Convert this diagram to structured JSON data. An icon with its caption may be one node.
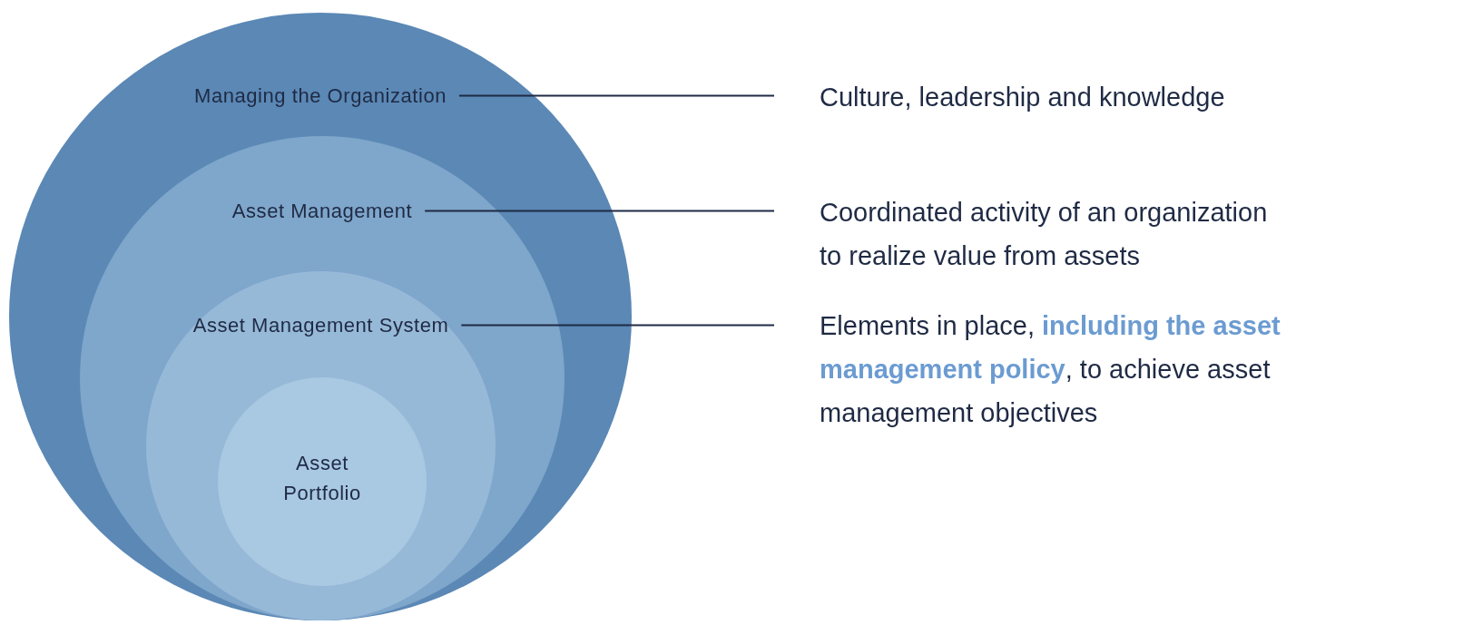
{
  "diagram": {
    "nodes": [
      {
        "text": [
          "Managing the Organization"
        ]
      },
      {
        "text": [
          "Asset Management"
        ],
        "in": 0
      },
      {
        "text": [
          "Asset Management System"
        ],
        "in": 1
      },
      {
        "text": [
          "Asset Portfolio"
        ],
        "in": 2
      },
      {
        "text": [
          "Culture, leadership and knowledge"
        ]
      },
      {
        "text": [
          "Coordinated activity of an organization to realize value from assets"
        ]
      },
      {
        "text": [
          "Elements in place, **including the asset management policy**, to achieve asset management objectives"
        ]
      }
    ],
    "edges": [
      {
        "from": 0,
        "to": 4,
        "arrow": "none"
      },
      {
        "from": 1,
        "to": 5,
        "arrow": "none"
      },
      {
        "from": 2,
        "to": 6,
        "arrow": "none"
      }
    ]
  }
}
